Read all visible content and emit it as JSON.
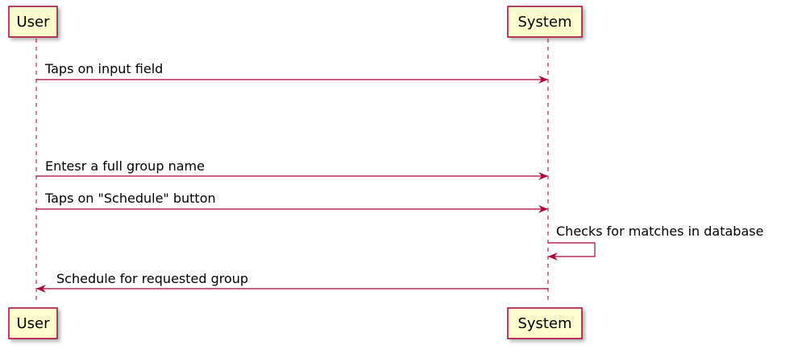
{
  "diagram": {
    "type": "sequence",
    "participants": [
      {
        "id": "user",
        "label": "User"
      },
      {
        "id": "system",
        "label": "System"
      }
    ],
    "messages": [
      {
        "from": "user",
        "to": "system",
        "label": "Taps on input field"
      },
      {
        "from": "user",
        "to": "system",
        "label": "Entesr a full group name"
      },
      {
        "from": "user",
        "to": "system",
        "label": "Taps on \"Schedule\" button"
      },
      {
        "from": "system",
        "to": "system",
        "label": "Checks for matches in database"
      },
      {
        "from": "system",
        "to": "user",
        "label": "Schedule for requested group"
      }
    ],
    "colors": {
      "participant_fill": "#FEFECE",
      "participant_border": "#A80036",
      "arrow": "#A80036",
      "lifeline": "#A80036",
      "text": "#000000"
    }
  }
}
